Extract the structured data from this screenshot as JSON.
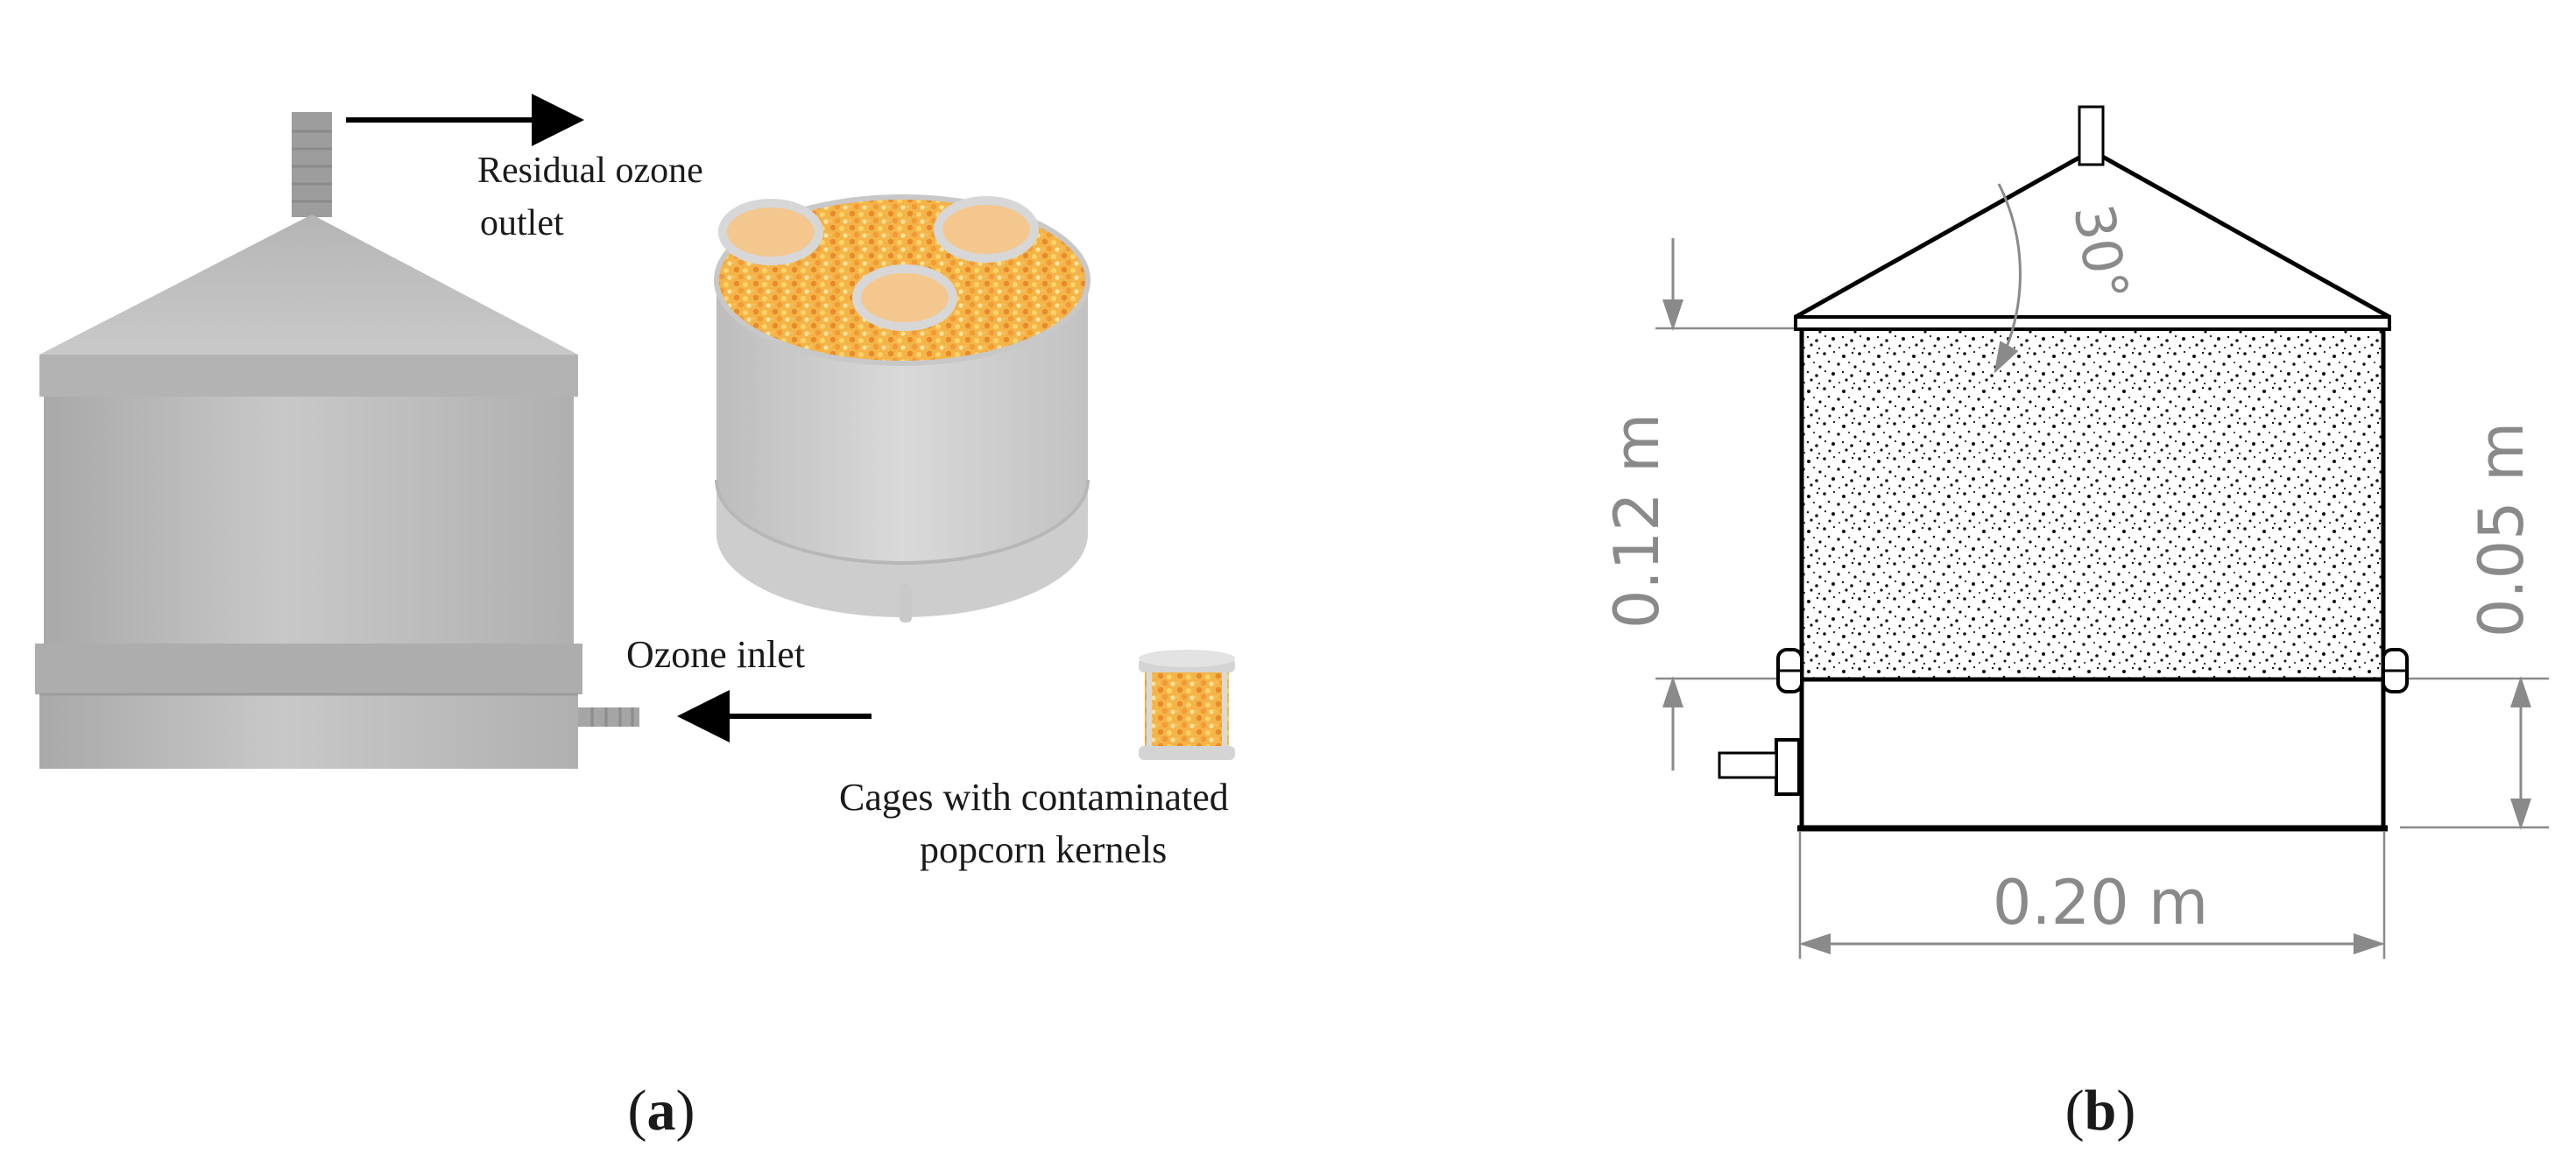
{
  "panel_a": {
    "label_open": "(",
    "label_letter": "a",
    "label_close": ")",
    "outlet_line1": "Residual ozone",
    "outlet_line2": "outlet",
    "inlet_label": "Ozone inlet",
    "cages_line1": "Cages with contaminated",
    "cages_line2": "popcorn kernels"
  },
  "panel_b": {
    "label_open": "(",
    "label_letter": "b",
    "label_close": ")",
    "angle_label": "30°",
    "height_total_label": "0.12 m",
    "height_base_label": "0.05 m",
    "width_label": "0.20 m"
  },
  "colors": {
    "vessel_gray": "#b9b9b9",
    "kernel_orange": "#f0a53a",
    "dimension_gray": "#8a8a8a"
  }
}
